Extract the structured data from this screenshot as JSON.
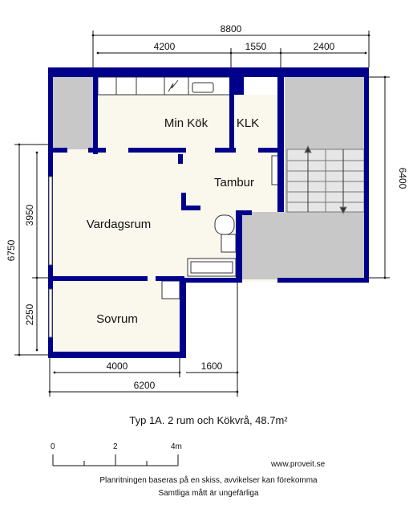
{
  "rooms": {
    "kitchen": "Min Kök",
    "klk": "KLK",
    "hall": "Tambur",
    "living": "Vardagsrum",
    "bedroom": "Sovrum"
  },
  "dimensions": {
    "total_width": "8800",
    "top_left": "4200",
    "top_mid": "1550",
    "top_right": "2400",
    "right_height": "6400",
    "left_total": "6750",
    "left_upper": "3950",
    "left_lower": "2250",
    "bottom_bedroom": "4000",
    "bottom_bath": "1600",
    "bottom_total": "6200"
  },
  "caption": "Typ 1A. 2 rum och Kökvrå, 48.7m²",
  "scale": {
    "s0": "0",
    "s2": "2",
    "s4": "4m"
  },
  "footer": {
    "website": "www.proveit.se",
    "disclaimer": "Planritningen baseras på en skiss, avvikelser kan förekomma",
    "note": "Samtliga mått är ungefärliga"
  },
  "colors": {
    "wall": "#00008b",
    "floor": "#faf7ec",
    "shaft": "#c8c8c8"
  }
}
